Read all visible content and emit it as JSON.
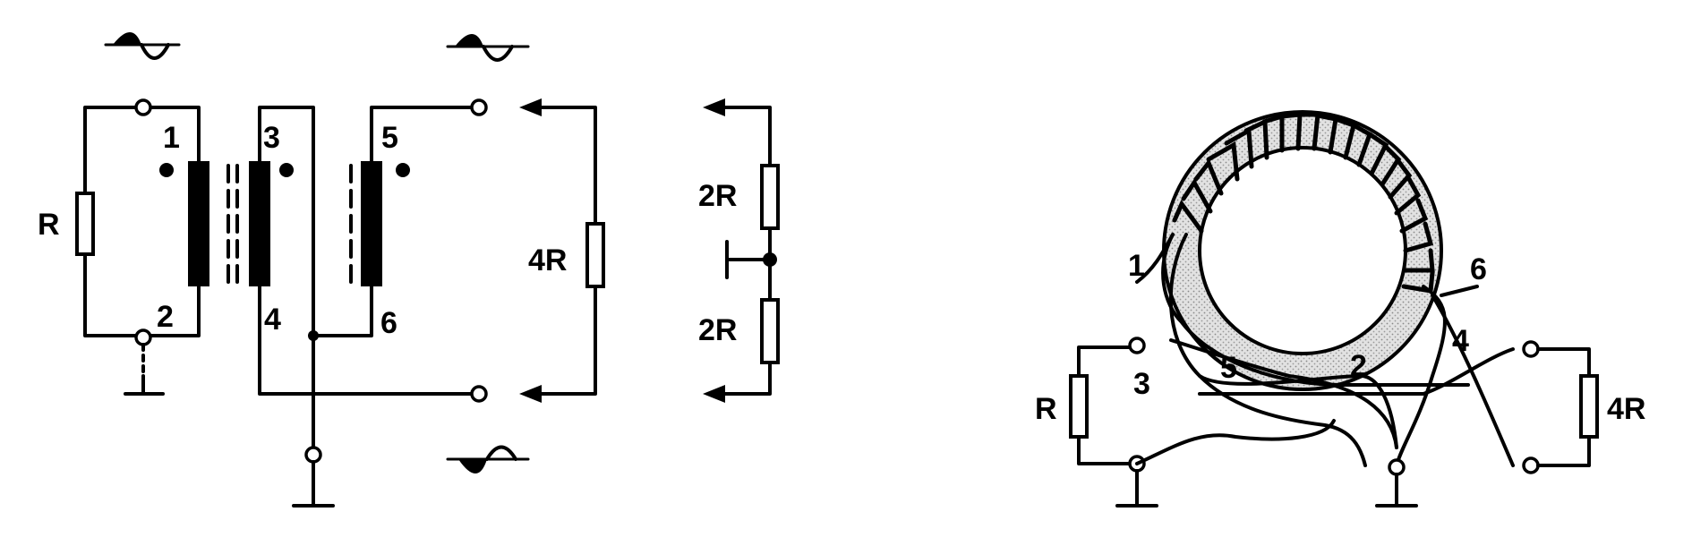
{
  "schematic": {
    "resistor_left": "R",
    "pins": [
      "1",
      "2",
      "3",
      "4",
      "5",
      "6"
    ],
    "resistor_right": "4R"
  },
  "divider": {
    "resistor_top": "2R",
    "resistor_bottom": "2R"
  },
  "toroid": {
    "resistor_left": "R",
    "resistor_right": "4R",
    "pins": [
      "1",
      "2",
      "3",
      "4",
      "5",
      "6"
    ]
  },
  "colors": {
    "ink": "#000000",
    "background": "#ffffff",
    "core": "#cfcfcf"
  }
}
